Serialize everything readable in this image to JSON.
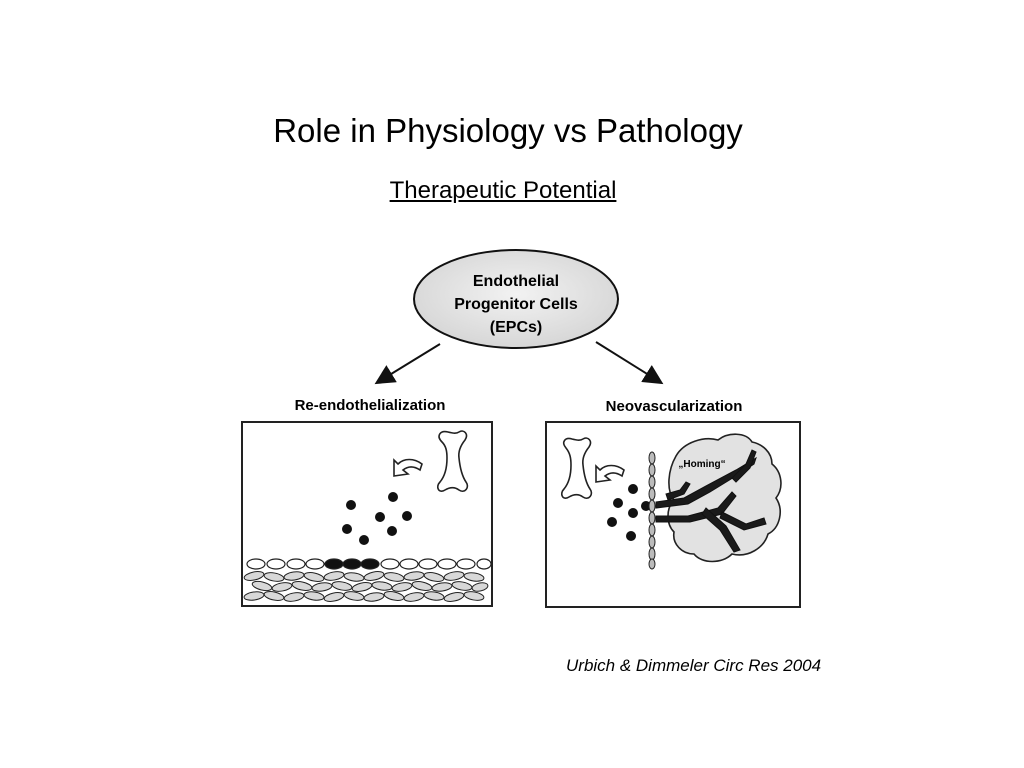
{
  "slide": {
    "title": "Role in Physiology vs Pathology",
    "subtitle": "Therapeutic Potential",
    "citation": "Urbich & Dimmeler Circ Res 2004"
  },
  "diagram": {
    "center_node": {
      "lines": [
        "Endothelial",
        "Progenitor Cells",
        "(EPCs)"
      ]
    },
    "left_branch": {
      "label": "Re-endothelialization"
    },
    "right_branch": {
      "label": "Neovascularization",
      "annotation": "„Homing“"
    }
  },
  "colors": {
    "ink": "#111111",
    "ellipse_fill": "#e6e6e6",
    "tissue_fill": "#e2e2e2"
  }
}
